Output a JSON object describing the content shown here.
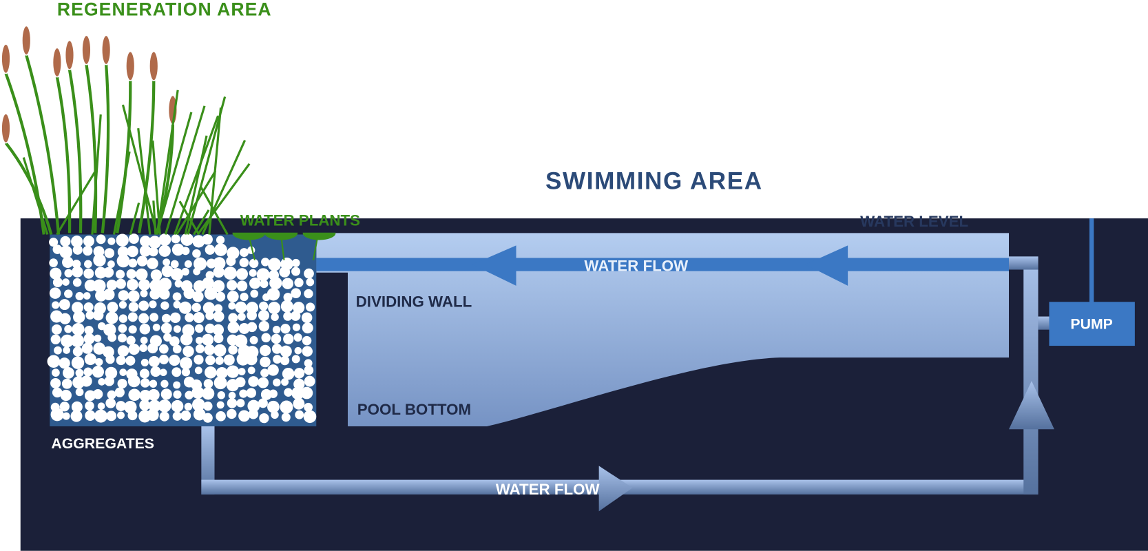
{
  "labels": {
    "regeneration_area": "REGENERATION AREA",
    "swimming_area": "SWIMMING AREA",
    "water_plants": "WATER PLANTS",
    "water_level": "WATER LEVEL",
    "water_flow_top": "WATER FLOW",
    "dividing_wall": "DIVIDING WALL",
    "pool_bottom": "POOL BOTTOM",
    "aggregates": "AGGREGATES",
    "water_flow_bottom": "WATER FLOW",
    "pump": "PUMP"
  },
  "colors": {
    "ground": "#1b2039",
    "water_top": "#b4cdf0",
    "water_bottom": "#7a98c8",
    "flow": "#3b78c4",
    "plant_green": "#3a8f1a",
    "cattail": "#b06a4a",
    "label_dark": "#27385e",
    "title_blue": "#2b4a78",
    "bed": "#2f5b8f"
  }
}
